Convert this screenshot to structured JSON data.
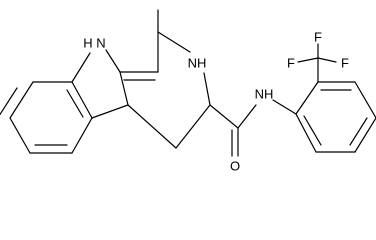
{
  "molecule": {
    "atom_labels": {
      "indole_nh": "H",
      "indole_n": "N",
      "methyl": "",
      "ring_nh": "NH",
      "amide_o": "O",
      "amide_nh": "NH",
      "f1": "F",
      "f2": "F",
      "f3": "F"
    },
    "colors": {
      "bond": "#000000",
      "label": "#000000",
      "background": "#ffffff"
    }
  }
}
